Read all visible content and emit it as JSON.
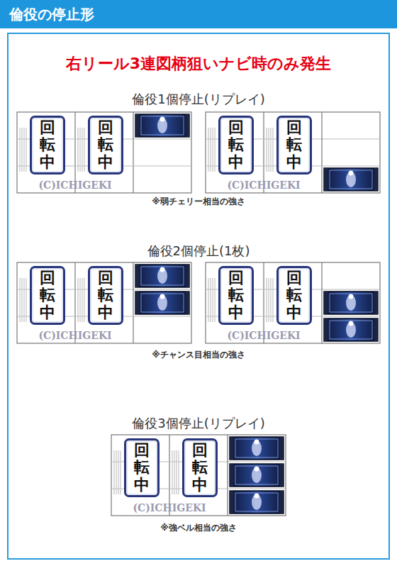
{
  "diagram": {
    "title": "倫役の停止形",
    "nodes": [
      {
        "text": [
          "回転中"
        ]
      },
      {
        "text": [
          "回転中"
        ]
      },
      {
        "text": [
          "回転中"
        ]
      },
      {
        "text": [
          "回転中"
        ]
      },
      {
        "text": [
          "回転中"
        ]
      },
      {
        "text": [
          "回転中"
        ]
      },
      {
        "text": [
          "回転中"
        ]
      },
      {
        "text": [
          "回転中"
        ]
      },
      {
        "text": [
          "回転中"
        ]
      },
      {
        "text": [
          "回転中"
        ]
      }
    ],
    "labels": [
      "右リール3連図柄狙いナビ時のみ発生",
      "倫役1個停止(リプレイ)",
      "※弱チェリー相当の強さ",
      "倫役2個停止(1枚)",
      "※チャンス目相当の強さ",
      "倫役3個停止(リプレイ)",
      "※強ベル相当の強さ",
      "(C)ICHIGEKI",
      "(C)ICHIGEKI",
      "(C)ICHIGEKI",
      "(C)ICHIGEKI",
      "(C)ICHIGEKI"
    ]
  }
}
